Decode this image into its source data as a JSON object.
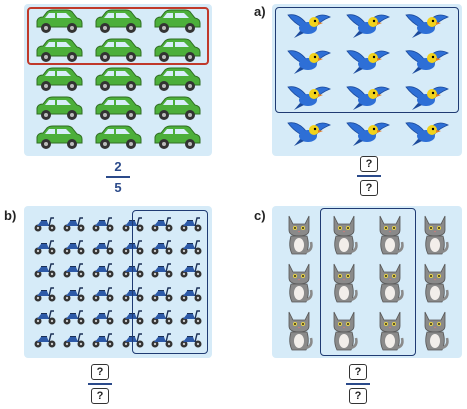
{
  "example": {
    "numerator": "2",
    "denominator": "5",
    "icon": "car-icon",
    "rows": 5,
    "cols": 3,
    "framed_rows": 2
  },
  "part_a": {
    "label": "a)",
    "numerator": "?",
    "denominator": "?",
    "icon": "bird-icon",
    "rows": 4,
    "cols": 3
  },
  "part_b": {
    "label": "b)",
    "numerator": "?",
    "denominator": "?",
    "icon": "scooter-icon",
    "rows": 6,
    "cols": 6
  },
  "part_c": {
    "label": "c)",
    "numerator": "?",
    "denominator": "?",
    "icon": "cat-icon",
    "rows": 3,
    "cols": 4
  },
  "colors": {
    "panel": "#d6ebf8",
    "example_frame": "#c0392b",
    "frame": "#1f3b73",
    "car": "#4caf3a",
    "bird": "#2e6fd6",
    "scooter": "#2d5aa8",
    "cat": "#8a8a8a"
  }
}
